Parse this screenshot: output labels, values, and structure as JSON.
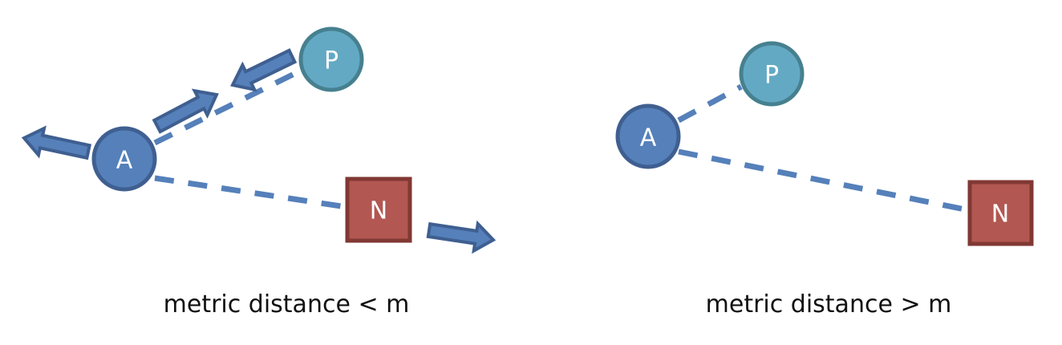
{
  "panels": [
    {
      "nodes": {
        "anchor": "A",
        "positive": "P",
        "negative": "N"
      },
      "caption": "metric distance < m"
    },
    {
      "nodes": {
        "anchor": "A",
        "positive": "P",
        "negative": "N"
      },
      "caption": "metric distance > m"
    }
  ],
  "colors": {
    "anchor_fill": "#5580BA",
    "anchor_stroke": "#3F5F90",
    "positive_fill": "#63A9C4",
    "positive_stroke": "#46808F",
    "negative_fill": "#B25751",
    "negative_stroke": "#813834",
    "dash": "#5580BA"
  }
}
